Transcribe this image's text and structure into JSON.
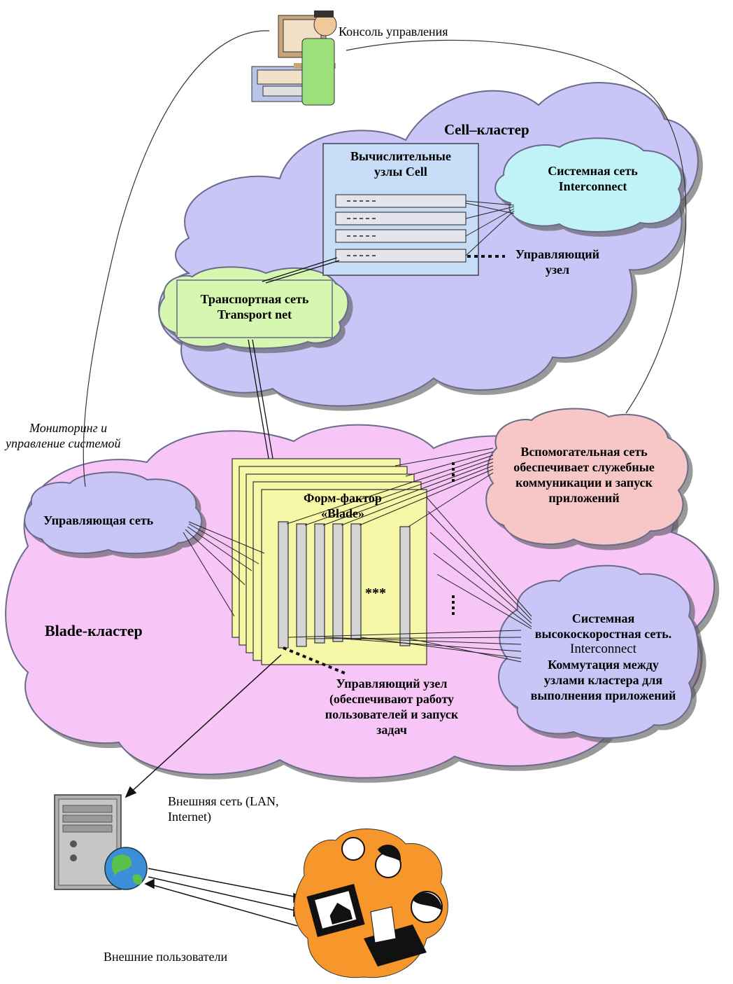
{
  "labels": {
    "console": "Консоль управления",
    "cell_cluster": "Cell–кластер",
    "compute_nodes_line1": "Вычислительные",
    "compute_nodes_line2": "узлы Cell",
    "sys_net_cell_line1": "Системная сеть",
    "sys_net_cell_line2": "Interconnect",
    "mgmt_node_cell_line1": "Управляющий",
    "mgmt_node_cell_line2": "узел",
    "transport_line1": "Транспортная сеть",
    "transport_line2": "Transport net",
    "monitoring_line1": "Мониторинг и",
    "monitoring_line2": "управление системой",
    "aux_net_line1": "Вспомогательная сеть",
    "aux_net_line2": "обеспечивает служебные",
    "aux_net_line3": "коммуникации и запуск",
    "aux_net_line4": "приложений",
    "form_factor_line1": "Форм-фактор",
    "form_factor_line2": "«Blade»",
    "mgmt_net": "Управляющая сеть",
    "blade_cluster": "Blade-кластер",
    "ellipsis": "***",
    "hs_net_line1": "Системная",
    "hs_net_line2": "высокоскоростная сеть.",
    "hs_net_line3": "Interconnect",
    "hs_net_line4": "Коммутация между",
    "hs_net_line5": "узлами кластера для",
    "hs_net_line6": "выполнения приложений",
    "mgmt_node_blade_line1": "Управляющий узел",
    "mgmt_node_blade_line2": "(обеспечивают работу",
    "mgmt_node_blade_line3": "пользователей и запуск",
    "mgmt_node_blade_line4": "задач",
    "external_net_line1": "Внешняя сеть (LAN,",
    "external_net_line2": "Internet)",
    "external_users": "Внешние пользователи"
  },
  "colors": {
    "cell_cloud": "#c9c6f7",
    "blade_cloud": "#f7c6f7",
    "interconnect_cloud": "#bff3f7",
    "transport_cloud": "#d6f7b0",
    "aux_cloud": "#f7c6c6",
    "blade_panel": "#f7f7a8",
    "cell_box": "#c6dcf7",
    "users_bg": "#f7962a"
  }
}
